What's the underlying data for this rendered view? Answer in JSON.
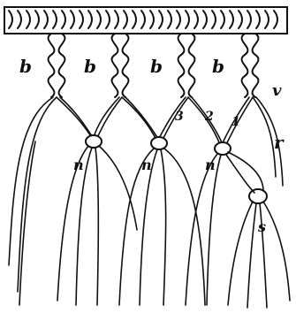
{
  "figure": {
    "cord_labels": {
      "b1": "b",
      "b2": "b",
      "b3": "b",
      "b4": "b",
      "v": "v",
      "r": "r",
      "n1": "n",
      "n2": "n",
      "n3": "n",
      "s": "s",
      "num1": "1",
      "num2": "2",
      "num3": "3"
    }
  }
}
